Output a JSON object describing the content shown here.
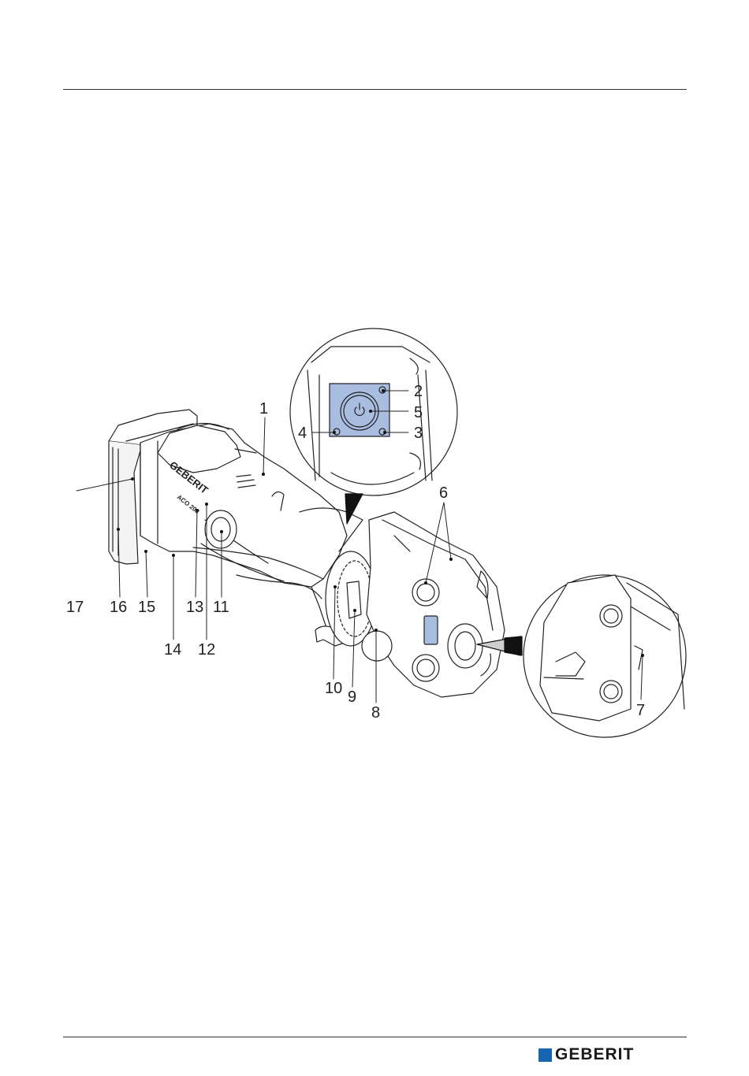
{
  "callouts": {
    "c1": "1",
    "c2": "2",
    "c3": "3",
    "c4": "4",
    "c5": "5",
    "c6": "6",
    "c7": "7",
    "c8": "8",
    "c9": "9",
    "c10": "10",
    "c11": "11",
    "c12": "12",
    "c13": "13",
    "c14": "14",
    "c15": "15",
    "c16": "16",
    "c17": "17"
  },
  "tool_markings": {
    "brand": "GEBERIT",
    "model": "ACO 203"
  },
  "footer": {
    "logo_text": "GEBERIT",
    "logo_color": "#1765b1"
  },
  "colors": {
    "highlight_blue": "#a9bde0",
    "line": "#222222"
  }
}
